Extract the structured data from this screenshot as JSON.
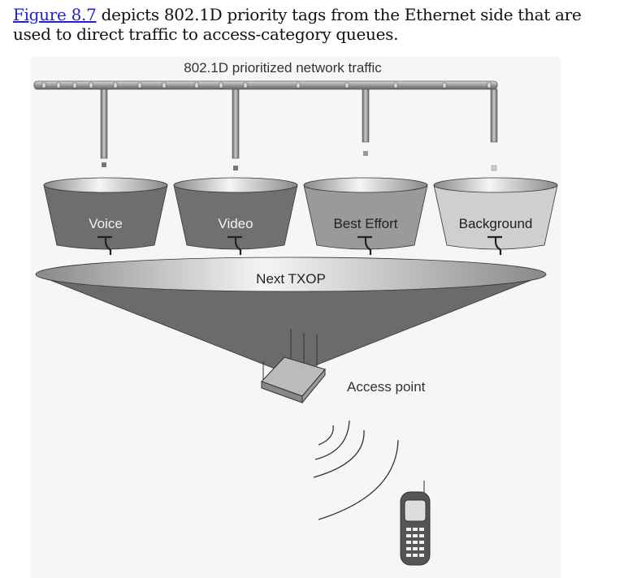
{
  "paragraph": {
    "link_text": "Figure 8.7",
    "text": " depicts 802.1D priority tags from the Ethernet side that are used to direct traffic to access-category queues."
  },
  "figure": {
    "title": "802.1D prioritized network traffic",
    "queues": [
      {
        "label": "Voice",
        "color": "#6e6e6e"
      },
      {
        "label": "Video",
        "color": "#707070"
      },
      {
        "label": "Best Effort",
        "color": "#9a9a9a"
      },
      {
        "label": "Background",
        "color": "#cfcfcf"
      }
    ],
    "scheduler_label": "Next TXOP",
    "ap_label": "Access point"
  }
}
